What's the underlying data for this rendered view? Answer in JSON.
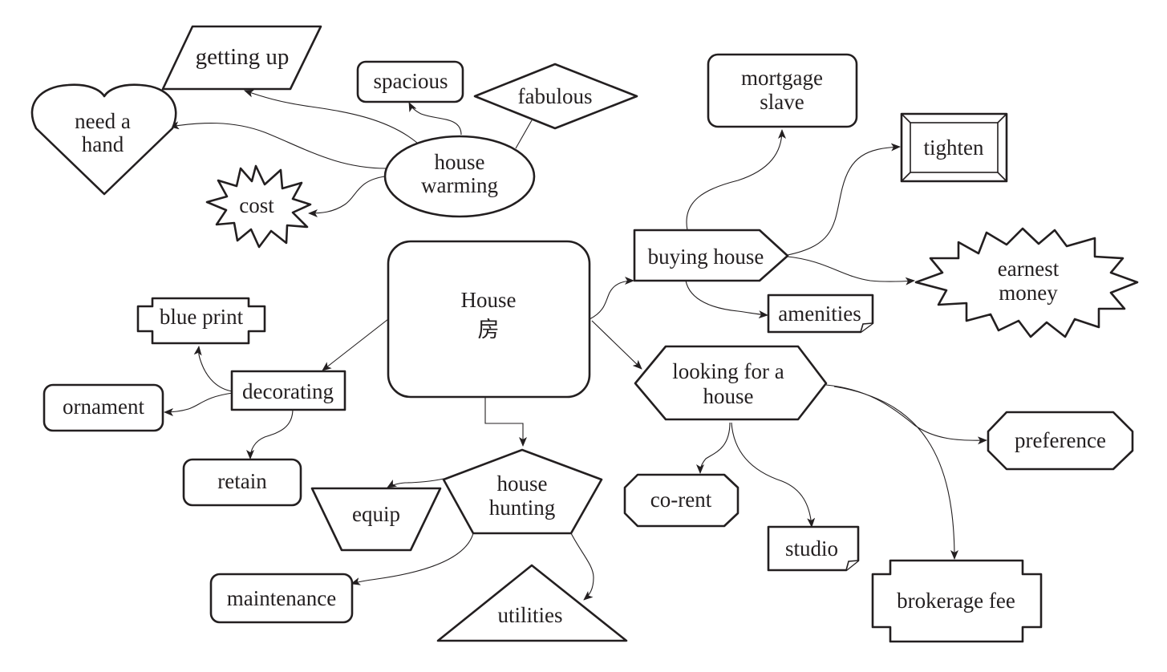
{
  "diagram": {
    "center": {
      "line1": "House",
      "line2": "房"
    },
    "house_warming": {
      "line1": "house",
      "line2": "warming"
    },
    "getting_up": "getting up",
    "spacious": "spacious",
    "fabulous": "fabulous",
    "need_a_hand": {
      "line1": "need a",
      "line2": "hand"
    },
    "cost": "cost",
    "mortgage_slave": {
      "line1": "mortgage",
      "line2": "slave"
    },
    "tighten": "tighten",
    "buying_house": "buying house",
    "earnest_money": {
      "line1": "earnest",
      "line2": "money"
    },
    "amenities": "amenities",
    "blue_print": "blue print",
    "decorating": "decorating",
    "ornament": "ornament",
    "retain": "retain",
    "looking_for_a_house": {
      "line1": "looking for a",
      "line2": "house"
    },
    "preference": "preference",
    "co_rent": "co-rent",
    "studio": "studio",
    "brokerage_fee": "brokerage fee",
    "house_hunting": {
      "line1": "house",
      "line2": "hunting"
    },
    "equip": "equip",
    "maintenance": "maintenance",
    "utilities": "utilities"
  }
}
